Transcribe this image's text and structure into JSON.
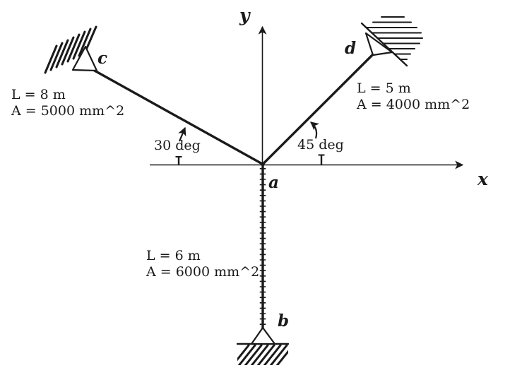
{
  "colors": {
    "ink": "#1a1a1a",
    "background": "#ffffff"
  },
  "axes": {
    "x_label": "x",
    "y_label": "y"
  },
  "joints": {
    "a": "a",
    "b": "b",
    "c": "c",
    "d": "d"
  },
  "members": {
    "ac": {
      "length": "L = 8 m",
      "area": "A = 5000 mm^2",
      "angle": "30 deg"
    },
    "ad": {
      "length": "L = 5 m",
      "area": "A = 4000 mm^2",
      "angle": "45 deg"
    },
    "ab": {
      "length": "L = 6 m",
      "area": "A = 6000 mm^2"
    }
  }
}
